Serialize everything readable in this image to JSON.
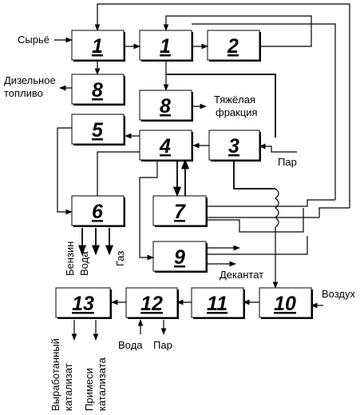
{
  "blocks": [
    {
      "id": "b1a",
      "num": "1"
    },
    {
      "id": "b1b",
      "num": "1"
    },
    {
      "id": "b2",
      "num": "2"
    },
    {
      "id": "b8a",
      "num": "8"
    },
    {
      "id": "b8b",
      "num": "8"
    },
    {
      "id": "b5",
      "num": "5"
    },
    {
      "id": "b4",
      "num": "4"
    },
    {
      "id": "b3",
      "num": "3"
    },
    {
      "id": "b6",
      "num": "6"
    },
    {
      "id": "b7",
      "num": "7"
    },
    {
      "id": "b9",
      "num": "9"
    },
    {
      "id": "b13",
      "num": "13"
    },
    {
      "id": "b12",
      "num": "12"
    },
    {
      "id": "b11",
      "num": "11"
    },
    {
      "id": "b10",
      "num": "10"
    }
  ],
  "labels": {
    "raw": "Сырьё",
    "diesel_1": "Дизельное",
    "diesel_2": "топливо",
    "heavy_1": "Тяжёлая",
    "heavy_2": "фракция",
    "steam_top": "Пар",
    "gasoline": "Бензин",
    "water_6": "Вода",
    "gas": "Газ",
    "decantate": "Декантат",
    "air": "Воздух",
    "water_12": "Вода",
    "steam_12": "Пар",
    "spent_1": "Выработанный",
    "spent_2": "катализат",
    "impur_1": "Примеси",
    "impur_2": "катализата"
  }
}
